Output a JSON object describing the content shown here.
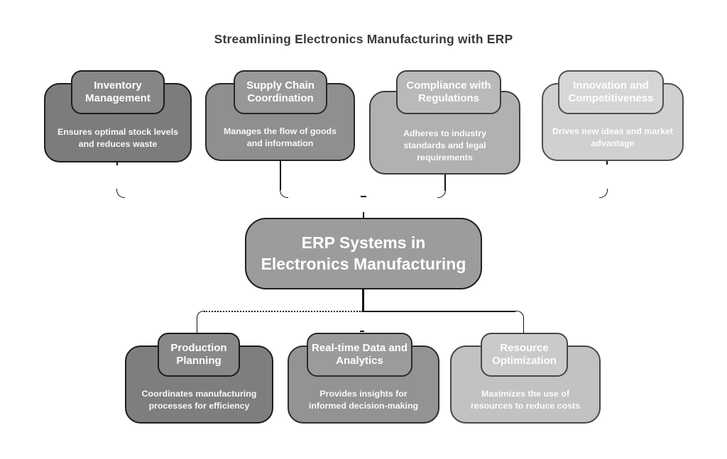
{
  "title": "Streamlining Electronics Manufacturing with ERP",
  "colors": {
    "background": "#ffffff",
    "title_text": "#3a3a3a",
    "connector_line": "#111111"
  },
  "center_node": {
    "label": "ERP Systems in Electronics Manufacturing",
    "fill": "#9c9c9c",
    "border": "#1f1f1f",
    "text_color": "#ffffff"
  },
  "top_nodes": [
    {
      "title": "Inventory Management",
      "desc": "Ensures optimal stock levels and reduces waste",
      "body_fill": "#7c7c7c",
      "header_fill": "#868686",
      "border": "#1c1c1c"
    },
    {
      "title": "Supply Chain Coordination",
      "desc": "Manages the flow of goods and information",
      "body_fill": "#8f8f8f",
      "header_fill": "#989898",
      "border": "#262626"
    },
    {
      "title": "Compliance with Regulations",
      "desc": "Adheres to industry standards and legal requirements",
      "body_fill": "#b1b1b1",
      "header_fill": "#b9b9b9",
      "border": "#3d3d3d"
    },
    {
      "title": "Innovation and Competitiveness",
      "desc": "Drives new ideas and market advantage",
      "body_fill": "#d0d0d0",
      "header_fill": "#d6d6d6",
      "border": "#505050"
    }
  ],
  "bottom_nodes": [
    {
      "title": "Production Planning",
      "desc": "Coordinates manufacturing processes for efficiency",
      "body_fill": "#7e7e7e",
      "header_fill": "#888888",
      "border": "#1c1c1c"
    },
    {
      "title": "Real-time Data and Analytics",
      "desc": "Provides insights for informed decision-making",
      "body_fill": "#939393",
      "header_fill": "#9b9b9b",
      "border": "#2b2b2b"
    },
    {
      "title": "Resource Optimization",
      "desc": "Maximizes the use of resources to reduce costs",
      "body_fill": "#c2c2c2",
      "header_fill": "#cacaca",
      "border": "#474747"
    }
  ]
}
